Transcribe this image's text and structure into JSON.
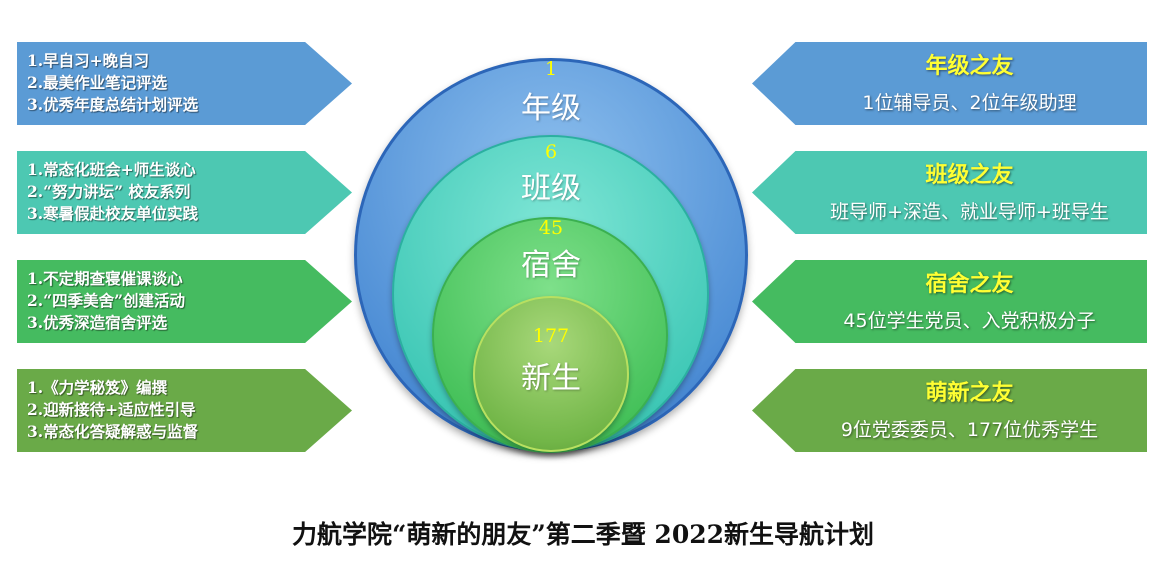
{
  "left_arrows": [
    {
      "lines": [
        "1.早自习+晚自习",
        "2.最美作业笔记评选",
        "3.优秀年度总结计划评选"
      ],
      "color": "#5b9bd5"
    },
    {
      "lines": [
        "1.常态化班会+师生谈心",
        "2.“努力讲坛” 校友系列",
        "3.寒暑假赴校友单位实践"
      ],
      "color": "#4dc8b2"
    },
    {
      "lines": [
        "1.不定期查寝催课谈心",
        "2.“四季美舍”创建活动",
        "3.优秀深造宿舍评选"
      ],
      "color": "#45bb60"
    },
    {
      "lines": [
        "1.《力学秘笈》编撰",
        "2.迎新接待+适应性引导",
        "3.常态化答疑解惑与监督"
      ],
      "color": "#6aaa48"
    }
  ],
  "right_arrows": [
    {
      "title": "年级之友",
      "desc": "1位辅导员、2位年级助理",
      "color": "#5b9bd5"
    },
    {
      "title": "班级之友",
      "desc": "班导师+深造、就业导师+班导生",
      "color": "#4dc8b2"
    },
    {
      "title": "宿舍之友",
      "desc": "45位学生党员、入党积极分子",
      "color": "#45bb60"
    },
    {
      "title": "萌新之友",
      "desc": "9位党委委员、177位优秀学生",
      "color": "#6aaa48"
    }
  ],
  "circles": [
    {
      "number": "1",
      "label": "年级"
    },
    {
      "number": "6",
      "label": "班级"
    },
    {
      "number": "45",
      "label": "宿舍"
    },
    {
      "number": "177",
      "label": "新生"
    }
  ],
  "title": "力航学院“萌新的朋友”第二季暨 2022新生导航计划"
}
